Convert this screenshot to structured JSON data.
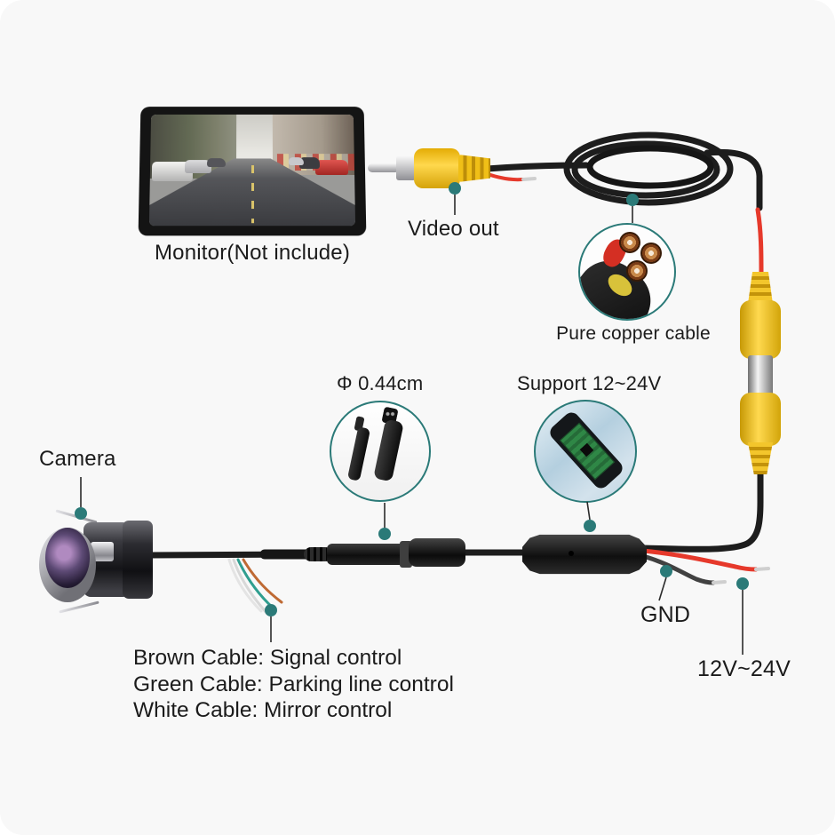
{
  "diagram": {
    "accent_color": "#2b7a78",
    "labels": {
      "monitor": "Monitor(Not include)",
      "video_out": "Video out",
      "pure_copper": "Pure copper cable",
      "connector_diameter": "Φ 0.44cm",
      "support_voltage": "Support 12~24V",
      "camera": "Camera",
      "gnd": "GND",
      "power_range": "12V~24V"
    },
    "wire_notes": {
      "brown": "Brown Cable: Signal control",
      "green": "Green Cable: Parking line control",
      "white": "White Cable: Mirror control"
    },
    "colors": {
      "background": "#f8f8f8",
      "rca_yellow": "#f6c51e",
      "cable_black": "#1d1d1d",
      "wire_red": "#e6392b",
      "wire_green": "#2f9e8f",
      "wire_brown": "#bf6a34",
      "wire_white": "#e4e4e4",
      "marker_teal": "#2b7a78"
    }
  }
}
